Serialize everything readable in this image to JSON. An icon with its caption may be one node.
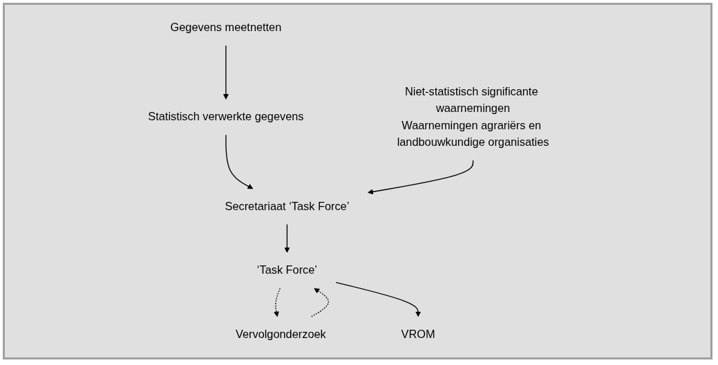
{
  "diagram": {
    "nodes": [
      {
        "text": [
          "Gegevens meetnetten"
        ]
      },
      {
        "text": [
          "Statistisch verwerkte gegevens"
        ]
      },
      {
        "text": [
          "Secretariaat ‘Task Force’"
        ]
      },
      {
        "text": [
          "Niet-statistisch significante waarnemingen",
          "Waarnemingen agrariërs en landbouwkundige organisaties"
        ]
      },
      {
        "text": [
          "Vervolgonderzoek"
        ]
      },
      {
        "text": [
          "‘Task Force’"
        ]
      },
      {
        "text": [
          "VROM"
        ]
      }
    ],
    "edges": [
      {
        "from": 0,
        "to": 1,
        "arrow": "to"
      },
      {
        "from": 1,
        "to": 2,
        "arrow": "to"
      },
      {
        "from": 3,
        "to": 2,
        "arrow": "to"
      },
      {
        "from": 2,
        "to": 5,
        "arrow": "to"
      },
      {
        "from": 5,
        "to": 4,
        "arrow": "to",
        "style": "dashed"
      },
      {
        "from": 4,
        "to": 5,
        "arrow": "to",
        "style": "dashed"
      },
      {
        "from": 5,
        "to": 6,
        "arrow": "to"
      }
    ]
  }
}
